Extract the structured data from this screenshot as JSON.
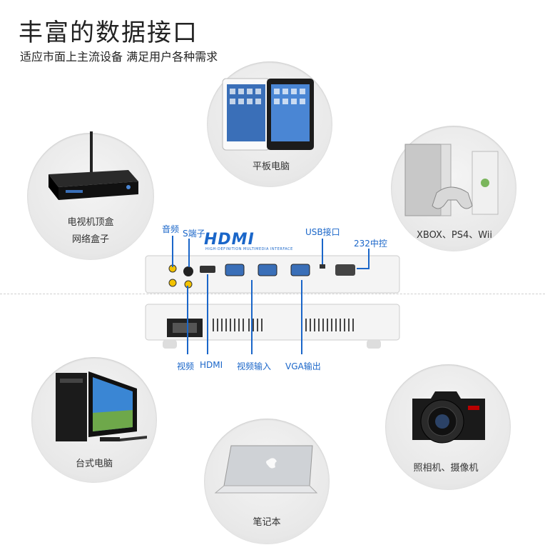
{
  "header": {
    "title": "丰富的数据接口",
    "subtitle": "适应市面上主流设备 满足用户各种需求"
  },
  "devices": {
    "tablet": "平板电脑",
    "settop_line1": "电视机顶盒",
    "settop_line2": "网络盒子",
    "consoles": "XBOX、PS4、Wii",
    "desktop": "台式电脑",
    "laptop": "笔记本",
    "camera": "照相机、摄像机"
  },
  "ports": {
    "audio": "音频",
    "svideo": "S端子",
    "usb": "USB接口",
    "rs232": "232中控",
    "video": "视频",
    "hdmi": "HDMI",
    "video_in": "视频输入",
    "vga_out": "VGA输出"
  },
  "logo": {
    "hdmi": "HDMI",
    "hdmi_tagline": "HIGH-DEFINITION MULTIMEDIA INTERFACE"
  },
  "colors": {
    "accent": "#1a66c9",
    "bubble": "#e8e8e8"
  }
}
